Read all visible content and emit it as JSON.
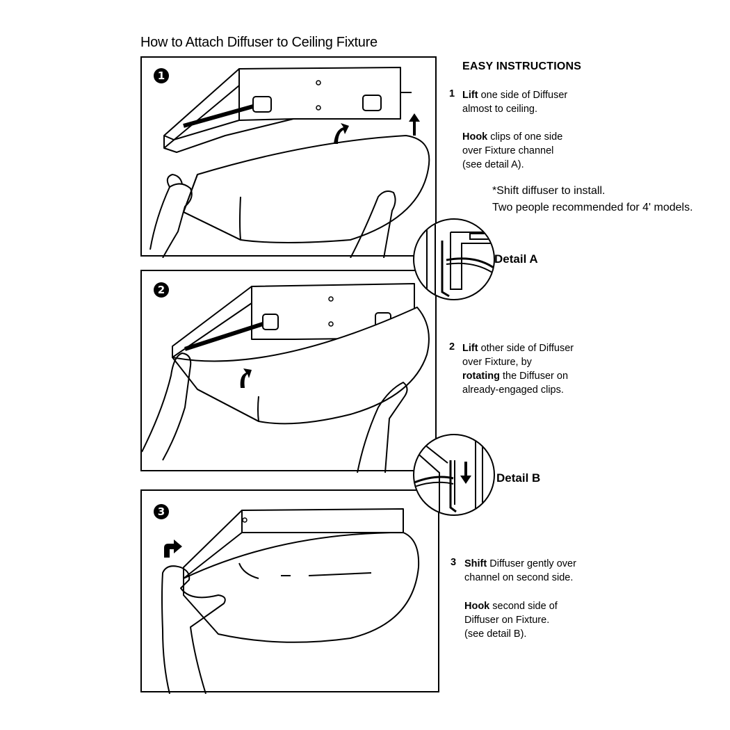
{
  "title": "How to Attach Diffuser to Ceiling Fixture",
  "heading": "EASY INSTRUCTIONS",
  "steps": [
    {
      "number": "1",
      "badge": "1",
      "lines": [
        {
          "bold": "Lift",
          "rest": " one side of Diffuser"
        },
        {
          "bold": "",
          "rest": "almost to ceiling."
        }
      ],
      "sub_lines": [
        {
          "bold": "Hook",
          "rest": " clips of one side"
        },
        {
          "bold": "",
          "rest": "over Fixture channel"
        },
        {
          "bold": "",
          "rest": "(see detail A)."
        }
      ]
    },
    {
      "number": "2",
      "badge": "2",
      "lines": [
        {
          "bold": "Lift",
          "rest": " other side of Diffuser"
        },
        {
          "bold": "",
          "rest": "over Fixture, by"
        },
        {
          "bold": "rotating",
          "rest": " the Diffuser on"
        },
        {
          "bold": "",
          "rest": "already-engaged clips."
        }
      ]
    },
    {
      "number": "3",
      "badge": "3",
      "lines": [
        {
          "bold": "Shift",
          "rest": " Diffuser gently over"
        },
        {
          "bold": "",
          "rest": "channel on second side."
        }
      ],
      "sub_lines": [
        {
          "bold": "Hook",
          "rest": " second side of"
        },
        {
          "bold": "",
          "rest": "Diffuser on Fixture."
        },
        {
          "bold": "",
          "rest": "(see detail B)."
        }
      ]
    }
  ],
  "note": {
    "line1": "*Shift diffuser to install.",
    "line2": "Two people recommended for 4' models."
  },
  "details": {
    "a": "Detail A",
    "b": "Detail B"
  },
  "icons": [
    "up-arrow-icon",
    "curved-arrow-icon",
    "down-arrow-icon",
    "turn-right-arrow-icon"
  ]
}
